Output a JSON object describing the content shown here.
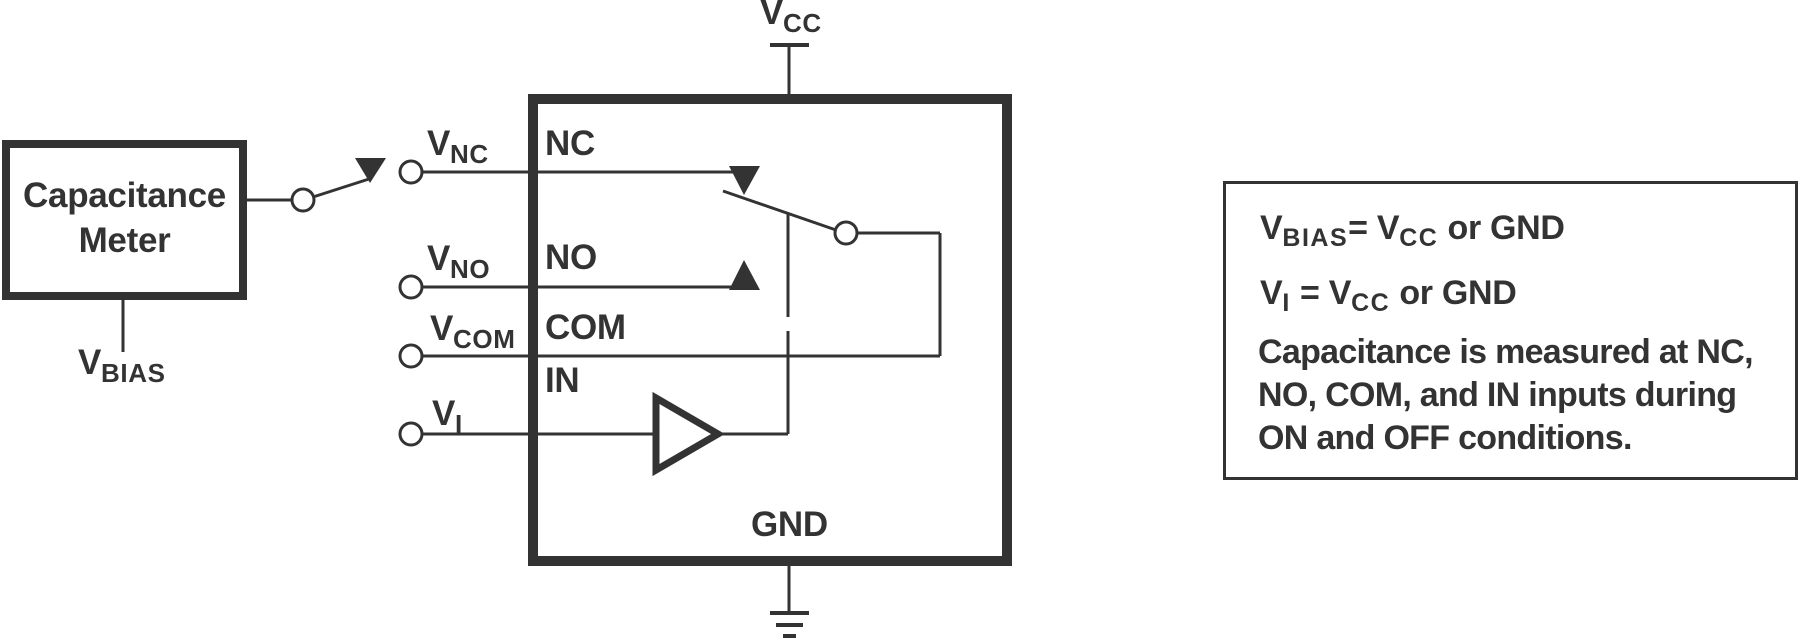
{
  "figure": {
    "meter_box": {
      "line1": "Capacitance",
      "line2": "Meter"
    },
    "v_bias": {
      "main": "V",
      "sub": "BIAS"
    },
    "v_cc_top": {
      "main": "V",
      "sub": "CC"
    },
    "pins": {
      "nc": {
        "ext_main": "V",
        "ext_sub": "NC",
        "inner": "NC"
      },
      "no": {
        "ext_main": "V",
        "ext_sub": "NO",
        "inner": "NO"
      },
      "com": {
        "ext_main": "V",
        "ext_sub": "COM",
        "inner": "COM"
      },
      "in": {
        "ext_main": "V",
        "ext_sub": "I",
        "inner": "IN"
      }
    },
    "gnd_pin": "GND",
    "note_box": {
      "line1": {
        "v": "V",
        "v_sub": "BIAS",
        "eq": "= V",
        "eq_sub": "CC",
        "tail": " or GND"
      },
      "line2": {
        "v": "V",
        "v_sub": "I",
        "eq": " = V",
        "eq_sub": "CC",
        "tail": " or GND"
      },
      "body_lines": [
        "Capacitance is measured at NC,",
        "NO, COM, and IN inputs during",
        "ON and OFF conditions."
      ]
    },
    "colors": {
      "ink": "#333333",
      "bg": "#ffffff"
    }
  }
}
